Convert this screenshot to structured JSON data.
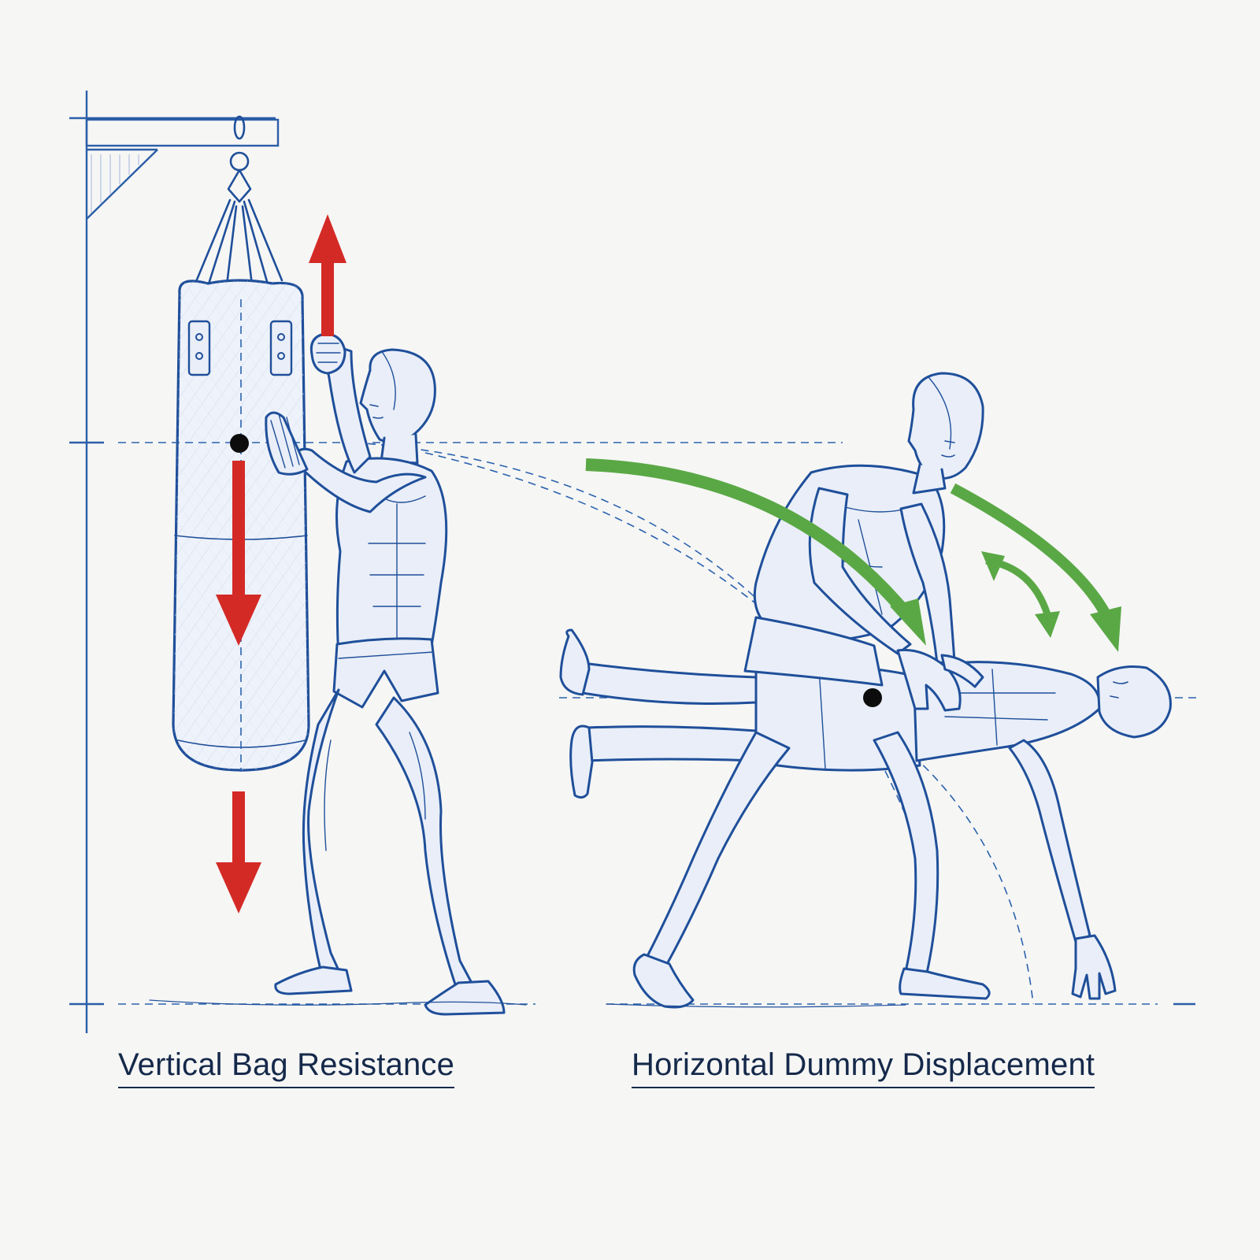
{
  "captions": {
    "left": "Vertical Bag Resistance",
    "right": "Horizontal Dummy Displacement"
  },
  "colors": {
    "ink": "#1f4f9a",
    "force_arrow": "#d42a26",
    "motion_arrow": "#5aa845",
    "caption": "#15294a",
    "background": "#f6f6f5"
  },
  "icons": {
    "force_up": "arrow-up",
    "force_down": "arrow-down",
    "rotation": "curved-arrow",
    "center_of_mass": "filled-dot"
  }
}
